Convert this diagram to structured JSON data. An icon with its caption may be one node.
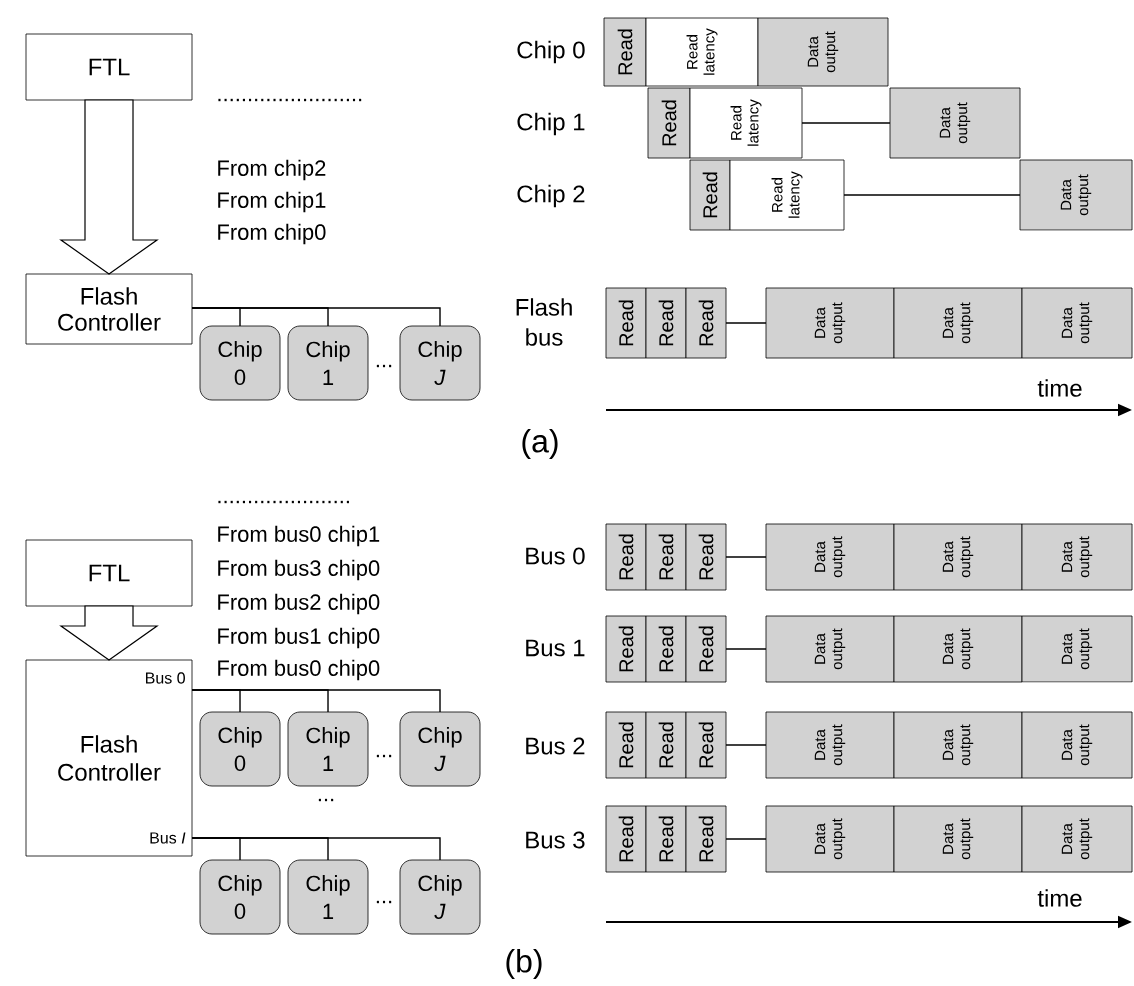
{
  "diagram": {
    "nodes": [
      {
        "text": [
          "FTL"
        ]
      },
      {
        "text": [
          "Flash Controller"
        ]
      },
      {
        "text": [
          "Chip 0"
        ]
      },
      {
        "text": [
          "Chip 1"
        ]
      },
      {
        "text": [
          "Chip *J*"
        ]
      },
      {
        "text": [
          "Read"
        ]
      },
      {
        "text": [
          "Read latency"
        ]
      },
      {
        "text": [
          "Data output"
        ]
      },
      {
        "text": [
          "Read"
        ]
      },
      {
        "text": [
          "Read latency"
        ]
      },
      {
        "text": [
          "Data output"
        ]
      },
      {
        "text": [
          "Read"
        ]
      },
      {
        "text": [
          "Read latency"
        ]
      },
      {
        "text": [
          "Data output"
        ]
      },
      {
        "text": [
          "Read"
        ]
      },
      {
        "text": [
          "Read"
        ]
      },
      {
        "text": [
          "Read"
        ]
      },
      {
        "text": [
          "Data output"
        ]
      },
      {
        "text": [
          "Data output"
        ]
      },
      {
        "text": [
          "Data output"
        ]
      },
      {
        "text": [
          "FTL"
        ]
      },
      {
        "text": [
          "Bus 0",
          "Flash Controller",
          "Bus *I*"
        ]
      },
      {
        "text": [
          "Chip 0"
        ]
      },
      {
        "text": [
          "Chip 1"
        ]
      },
      {
        "text": [
          "Chip *J*"
        ]
      },
      {
        "text": [
          "Chip 0"
        ]
      },
      {
        "text": [
          "Chip 1"
        ]
      },
      {
        "text": [
          "Chip *J*"
        ]
      },
      {
        "text": [
          "Read"
        ]
      },
      {
        "text": [
          "Read"
        ]
      },
      {
        "text": [
          "Read"
        ]
      },
      {
        "text": [
          "Data output"
        ]
      },
      {
        "text": [
          "Data output"
        ]
      },
      {
        "text": [
          "Data output"
        ]
      },
      {
        "text": [
          "Read"
        ]
      },
      {
        "text": [
          "Read"
        ]
      },
      {
        "text": [
          "Read"
        ]
      },
      {
        "text": [
          "Data output"
        ]
      },
      {
        "text": [
          "Data output"
        ]
      },
      {
        "text": [
          "Data output"
        ]
      },
      {
        "text": [
          "Read"
        ]
      },
      {
        "text": [
          "Read"
        ]
      },
      {
        "text": [
          "Read"
        ]
      },
      {
        "text": [
          "Data output"
        ]
      },
      {
        "text": [
          "Data output"
        ]
      },
      {
        "text": [
          "Data output"
        ]
      },
      {
        "text": [
          "Read"
        ]
      },
      {
        "text": [
          "Read"
        ]
      },
      {
        "text": [
          "Read"
        ]
      },
      {
        "text": [
          "Data output"
        ]
      },
      {
        "text": [
          "Data output"
        ]
      },
      {
        "text": [
          "Data output"
        ]
      }
    ],
    "edges": [
      {
        "from": 0,
        "to": 1,
        "arrow": "to",
        "style": "thick"
      },
      {
        "from": 1,
        "to": 2,
        "arrow": "none"
      },
      {
        "from": 1,
        "to": 3,
        "arrow": "none"
      },
      {
        "from": 1,
        "to": 4,
        "arrow": "none"
      },
      {
        "from": 9,
        "to": 10,
        "arrow": "none"
      },
      {
        "from": 12,
        "to": 13,
        "arrow": "none"
      },
      {
        "from": 16,
        "to": 17,
        "arrow": "none"
      },
      {
        "from": 20,
        "to": 21,
        "arrow": "to",
        "style": "thick"
      },
      {
        "from": 21,
        "to": 22,
        "arrow": "none"
      },
      {
        "from": 21,
        "to": 23,
        "arrow": "none"
      },
      {
        "from": 21,
        "to": 24,
        "arrow": "none"
      },
      {
        "from": 21,
        "to": 25,
        "arrow": "none"
      },
      {
        "from": 21,
        "to": 26,
        "arrow": "none"
      },
      {
        "from": 21,
        "to": 27,
        "arrow": "none"
      },
      {
        "from": 30,
        "to": 31,
        "arrow": "none"
      },
      {
        "from": 36,
        "to": 37,
        "arrow": "none"
      },
      {
        "from": 42,
        "to": 43,
        "arrow": "none"
      },
      {
        "from": 48,
        "to": 49,
        "arrow": "none"
      }
    ],
    "labels": [
      "........................",
      "From chip2",
      "From chip1",
      "From chip0",
      "...",
      "Chip 0",
      "Chip 1",
      "Chip 2",
      "Flash bus",
      "time",
      "(a)",
      "......................",
      "From bus0 chip1",
      "From bus3 chip0",
      "From bus2 chip0",
      "From bus1 chip0",
      "From bus0 chip0",
      "...",
      "...",
      "...",
      "Bus 0",
      "Bus 1",
      "Bus 2",
      "Bus 3",
      "time",
      "(b)"
    ]
  }
}
